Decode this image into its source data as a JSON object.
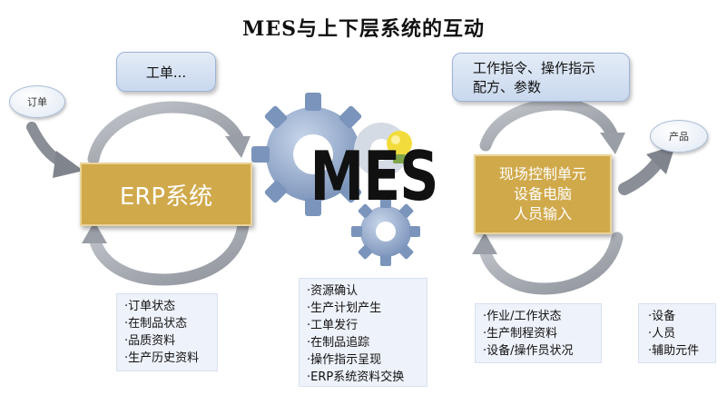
{
  "title": "MES与上下层系统的互动",
  "left": {
    "top_bubble": "工单...",
    "input_oval": "订单",
    "main_box": "ERP系统",
    "notes": [
      "·订单状态",
      "·在制品状态",
      "·品质资料",
      "·生产历史资料"
    ]
  },
  "center": {
    "logo": "MES",
    "notes": [
      "·资源确认",
      "·生产计划产生",
      "·工单发行",
      "·在制品追踪",
      "·操作指示呈现",
      "·ERP系统资料交换"
    ]
  },
  "right": {
    "top_bubble_lines": [
      "工作指令、操作指示",
      "配方、参数"
    ],
    "output_oval": "产品",
    "main_box_lines": [
      "现场控制单元",
      "设备电脑",
      "人员输入"
    ],
    "notes": [
      "·作业/工作状态",
      "·生产制程资料",
      "·设备/操作员状况"
    ],
    "resources": [
      "·设备",
      "·人员",
      "·辅助元件"
    ]
  },
  "colors": {
    "gold_box": "#d0a94b",
    "gear_blue": "#8aa1c4",
    "arrow_gray": "#a9acb3",
    "note_bg": "#eef2fa"
  }
}
